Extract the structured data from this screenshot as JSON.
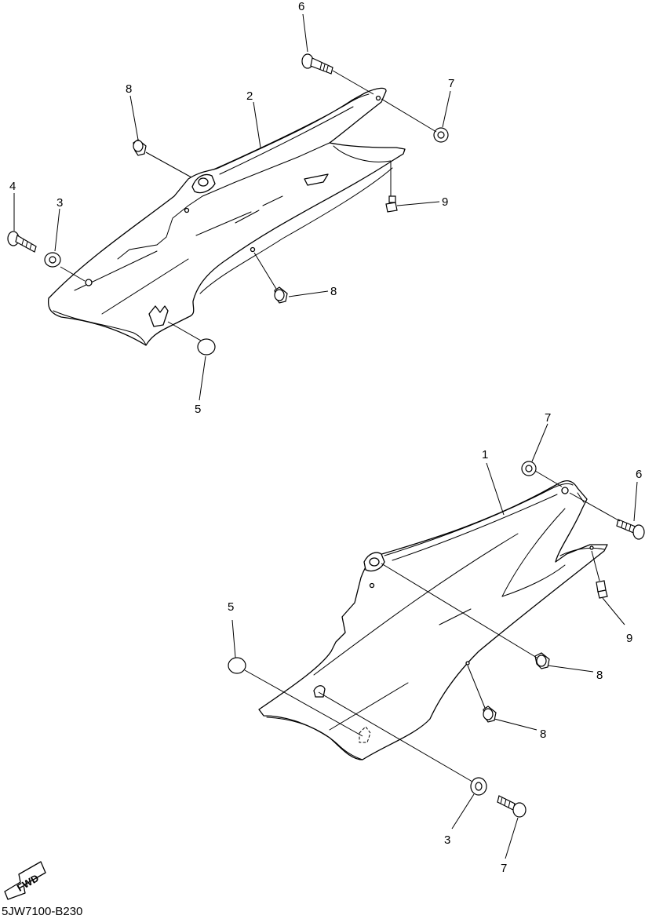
{
  "diagram": {
    "callouts": [
      {
        "id": "c6-top",
        "text": "6"
      },
      {
        "id": "c8-upper",
        "text": "8"
      },
      {
        "id": "c2",
        "text": "2"
      },
      {
        "id": "c7-top",
        "text": "7"
      },
      {
        "id": "c4",
        "text": "4"
      },
      {
        "id": "c3-top",
        "text": "3"
      },
      {
        "id": "c9-top",
        "text": "9"
      },
      {
        "id": "c8-top-mid",
        "text": "8"
      },
      {
        "id": "c5-top",
        "text": "5"
      },
      {
        "id": "c7-bottom-top",
        "text": "7"
      },
      {
        "id": "c1",
        "text": "1"
      },
      {
        "id": "c6-bottom",
        "text": "6"
      },
      {
        "id": "c5-bottom",
        "text": "5"
      },
      {
        "id": "c9-bottom",
        "text": "9"
      },
      {
        "id": "c8-bottom-right",
        "text": "8"
      },
      {
        "id": "c8-bottom-low",
        "text": "8"
      },
      {
        "id": "c3-bottom",
        "text": "3"
      },
      {
        "id": "c7-bottom",
        "text": "7"
      }
    ],
    "fwd_label": "FWD",
    "diagram_code": "5JW7100-B230"
  }
}
